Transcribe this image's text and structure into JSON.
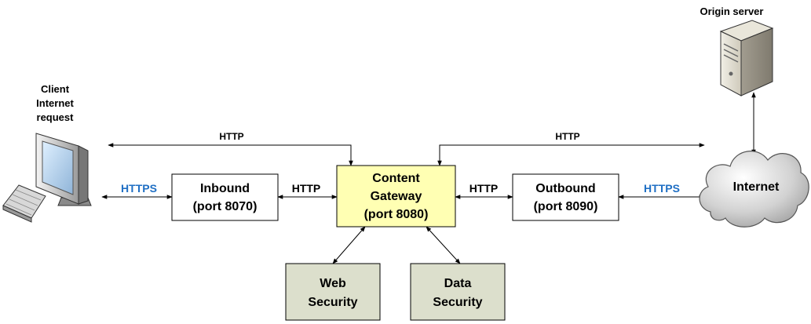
{
  "client": {
    "label_lines": [
      "Client",
      "Internet",
      "request"
    ]
  },
  "origin": {
    "label": "Origin server"
  },
  "internet": {
    "label": "Internet"
  },
  "inbound": {
    "label_lines": [
      "Inbound",
      "(port 8070)"
    ]
  },
  "gateway": {
    "label_lines": [
      "Content",
      "Gateway",
      "(port 8080)"
    ]
  },
  "outbound": {
    "label_lines": [
      "Outbound",
      "(port 8090)"
    ]
  },
  "web_security": {
    "label_lines": [
      "Web",
      "Security"
    ]
  },
  "data_security": {
    "label_lines": [
      "Data",
      "Security"
    ]
  },
  "links": {
    "https_left": "HTTPS",
    "http_inbound_gateway": "HTTP",
    "http_gateway_outbound": "HTTP",
    "https_right": "HTTPS",
    "http_top_left": "HTTP",
    "http_top_right": "HTTP"
  },
  "colors": {
    "https_text": "#1f6fc4",
    "gateway_fill": "#ffffb3",
    "security_fill": "#dcdfcc",
    "box_fill": "#ffffff"
  }
}
